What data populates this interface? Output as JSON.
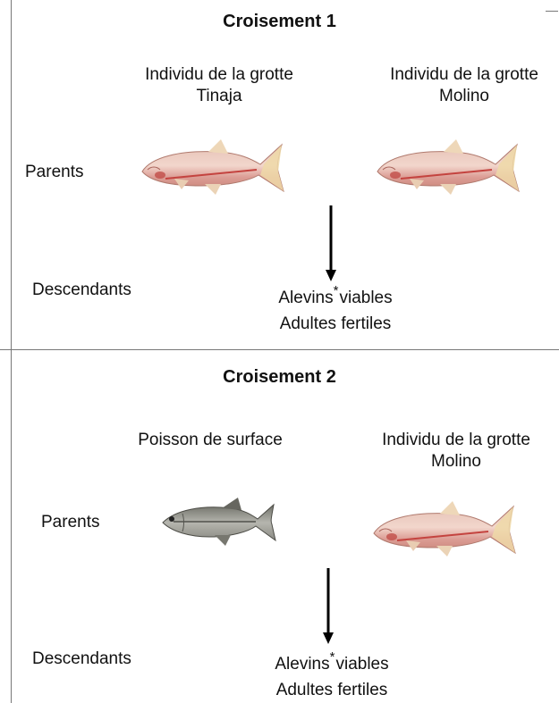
{
  "cross1": {
    "title": "Croisement 1",
    "parent_left": {
      "line1": "Individu de la grotte",
      "line2": "Tinaja"
    },
    "parent_right": {
      "line1": "Individu de la grotte",
      "line2": "Molino"
    },
    "parents_label": "Parents",
    "descendants_label": "Descendants",
    "result_line1_a": "Alevins",
    "result_asterisk": "*",
    "result_line1_b": "viables",
    "result_line2": "Adultes fertiles"
  },
  "cross2": {
    "title": "Croisement 2",
    "parent_left": {
      "line1": "Poisson de surface"
    },
    "parent_right": {
      "line1": "Individu de la grotte",
      "line2": "Molino"
    },
    "parents_label": "Parents",
    "descendants_label": "Descendants",
    "result_line1_a": "Alevins",
    "result_asterisk": "*",
    "result_line1_b": "viables",
    "result_line2": "Adultes fertiles"
  },
  "icons": {
    "cave_fish": "pink-cave-fish",
    "surface_fish": "silver-surface-fish",
    "arrow": "down-arrow"
  },
  "colors": {
    "cave_fish_body": "#e8b8b0",
    "surface_fish_body": "#a9a9a4",
    "arrow": "#000000"
  }
}
